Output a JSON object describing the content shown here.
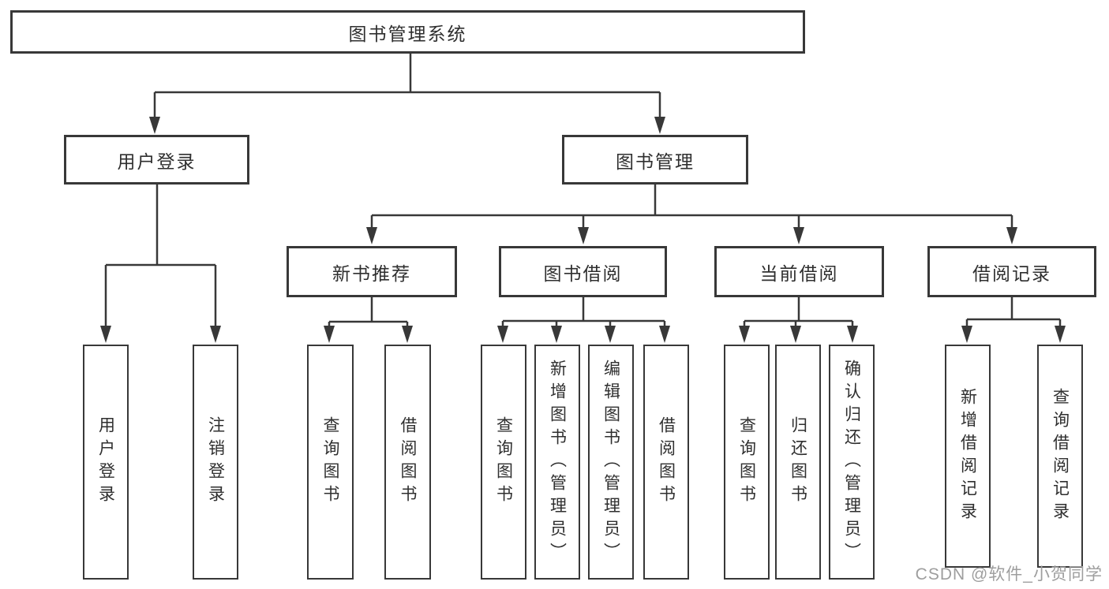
{
  "diagram": {
    "title": "图书管理系统",
    "root": {
      "label": "图书管理系统"
    },
    "level2": [
      {
        "label": "用户登录"
      },
      {
        "label": "图书管理"
      }
    ],
    "level3": [
      {
        "label": "新书推荐"
      },
      {
        "label": "图书借阅"
      },
      {
        "label": "当前借阅"
      },
      {
        "label": "借阅记录"
      }
    ],
    "leaves": [
      {
        "label": "用户登录",
        "parent": "用户登录"
      },
      {
        "label": "注销登录",
        "parent": "用户登录"
      },
      {
        "label": "查询图书",
        "parent": "新书推荐"
      },
      {
        "label": "借阅图书",
        "parent": "新书推荐"
      },
      {
        "label": "查询图书",
        "parent": "图书借阅"
      },
      {
        "label": "新增图书（管理员）",
        "parent": "图书借阅"
      },
      {
        "label": "编辑图书（管理员）",
        "parent": "图书借阅"
      },
      {
        "label": "借阅图书",
        "parent": "图书借阅"
      },
      {
        "label": "查询图书",
        "parent": "当前借阅"
      },
      {
        "label": "归还图书",
        "parent": "当前借阅"
      },
      {
        "label": "确认归还（管理员）",
        "parent": "当前借阅"
      },
      {
        "label": "新增借阅记录",
        "parent": "借阅记录"
      },
      {
        "label": "查询借阅记录",
        "parent": "借阅记录"
      }
    ],
    "watermark": "CSDN @软件_小贺同学",
    "colors": {
      "line": "#383838",
      "box_border": "#383838",
      "text": "#2f2f2f",
      "watermark": "#9e9e9e",
      "background": "#ffffff"
    }
  }
}
